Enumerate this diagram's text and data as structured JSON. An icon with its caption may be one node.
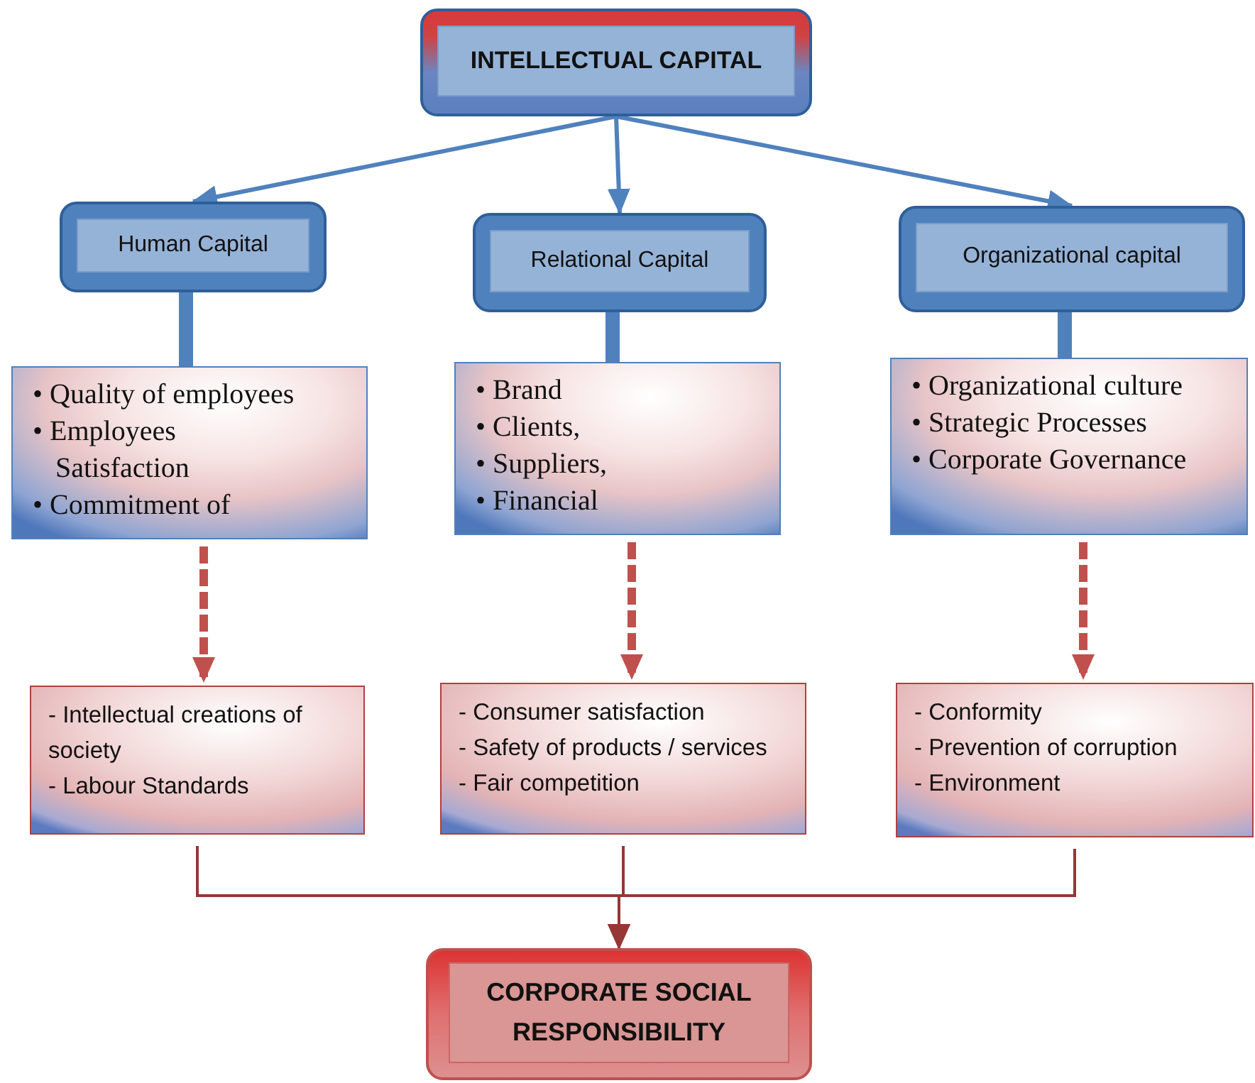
{
  "diagram": {
    "nodes": [
      {
        "text": [
          "INTELLECTUAL CAPITAL"
        ]
      },
      {
        "text": [
          "Human Capital"
        ]
      },
      {
        "text": [
          "Relational Capital"
        ]
      },
      {
        "text": [
          "Organizational capital"
        ]
      },
      {
        "text": [
          "• Quality of employees",
          "• Employees Satisfaction",
          "• Commitment of"
        ]
      },
      {
        "text": [
          "• Brand",
          "• Clients,",
          "• Suppliers,",
          "• Financial"
        ]
      },
      {
        "text": [
          "• Organizational culture",
          "• Strategic Processes",
          "• Corporate Governance"
        ]
      },
      {
        "text": [
          "- Intellectual creations of society",
          "- Labour Standards"
        ]
      },
      {
        "text": [
          "- Consumer satisfaction",
          "- Safety of products / services",
          "- Fair competition"
        ]
      },
      {
        "text": [
          "- Conformity",
          "- Prevention of corruption",
          "- Environment"
        ]
      },
      {
        "text": [
          "CORPORATE SOCIAL RESPONSIBILITY"
        ]
      }
    ],
    "edges": [
      {
        "from": 0,
        "to": 1,
        "arrow": "to"
      },
      {
        "from": 0,
        "to": 2,
        "arrow": "to"
      },
      {
        "from": 0,
        "to": 3,
        "arrow": "to"
      },
      {
        "from": 1,
        "to": 4,
        "arrow": "none",
        "style": "thick"
      },
      {
        "from": 2,
        "to": 5,
        "arrow": "none",
        "style": "thick"
      },
      {
        "from": 3,
        "to": 6,
        "arrow": "none",
        "style": "thick"
      },
      {
        "from": 4,
        "to": 7,
        "arrow": "to",
        "style": "dashed",
        "color": "#c0504d"
      },
      {
        "from": 5,
        "to": 8,
        "arrow": "to",
        "style": "dashed",
        "color": "#c0504d"
      },
      {
        "from": 6,
        "to": 9,
        "arrow": "to",
        "style": "dashed",
        "color": "#c0504d"
      },
      {
        "from": 7,
        "to": 10,
        "arrow": "to",
        "color": "#953735"
      },
      {
        "from": 8,
        "to": 10,
        "arrow": "to",
        "color": "#953735"
      },
      {
        "from": 9,
        "to": 10,
        "arrow": "to",
        "color": "#953735"
      }
    ]
  }
}
